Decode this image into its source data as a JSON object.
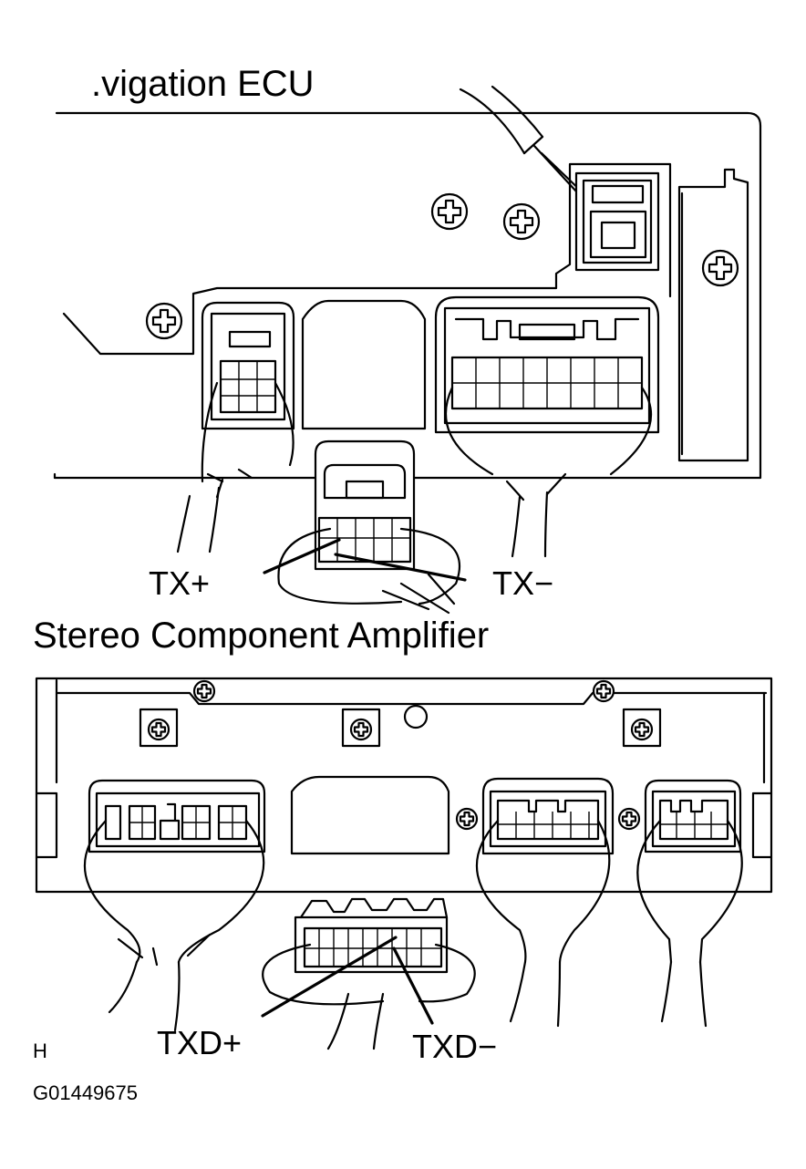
{
  "top_section": {
    "title": ".vigation ECU",
    "pin_plus": "TX+",
    "pin_minus": "TX−"
  },
  "bottom_section": {
    "title": "Stereo Component Amplifier",
    "pin_plus": "TXD+",
    "pin_minus": "TXD−"
  },
  "corner_mark": "H",
  "figure_id": "G01449675"
}
